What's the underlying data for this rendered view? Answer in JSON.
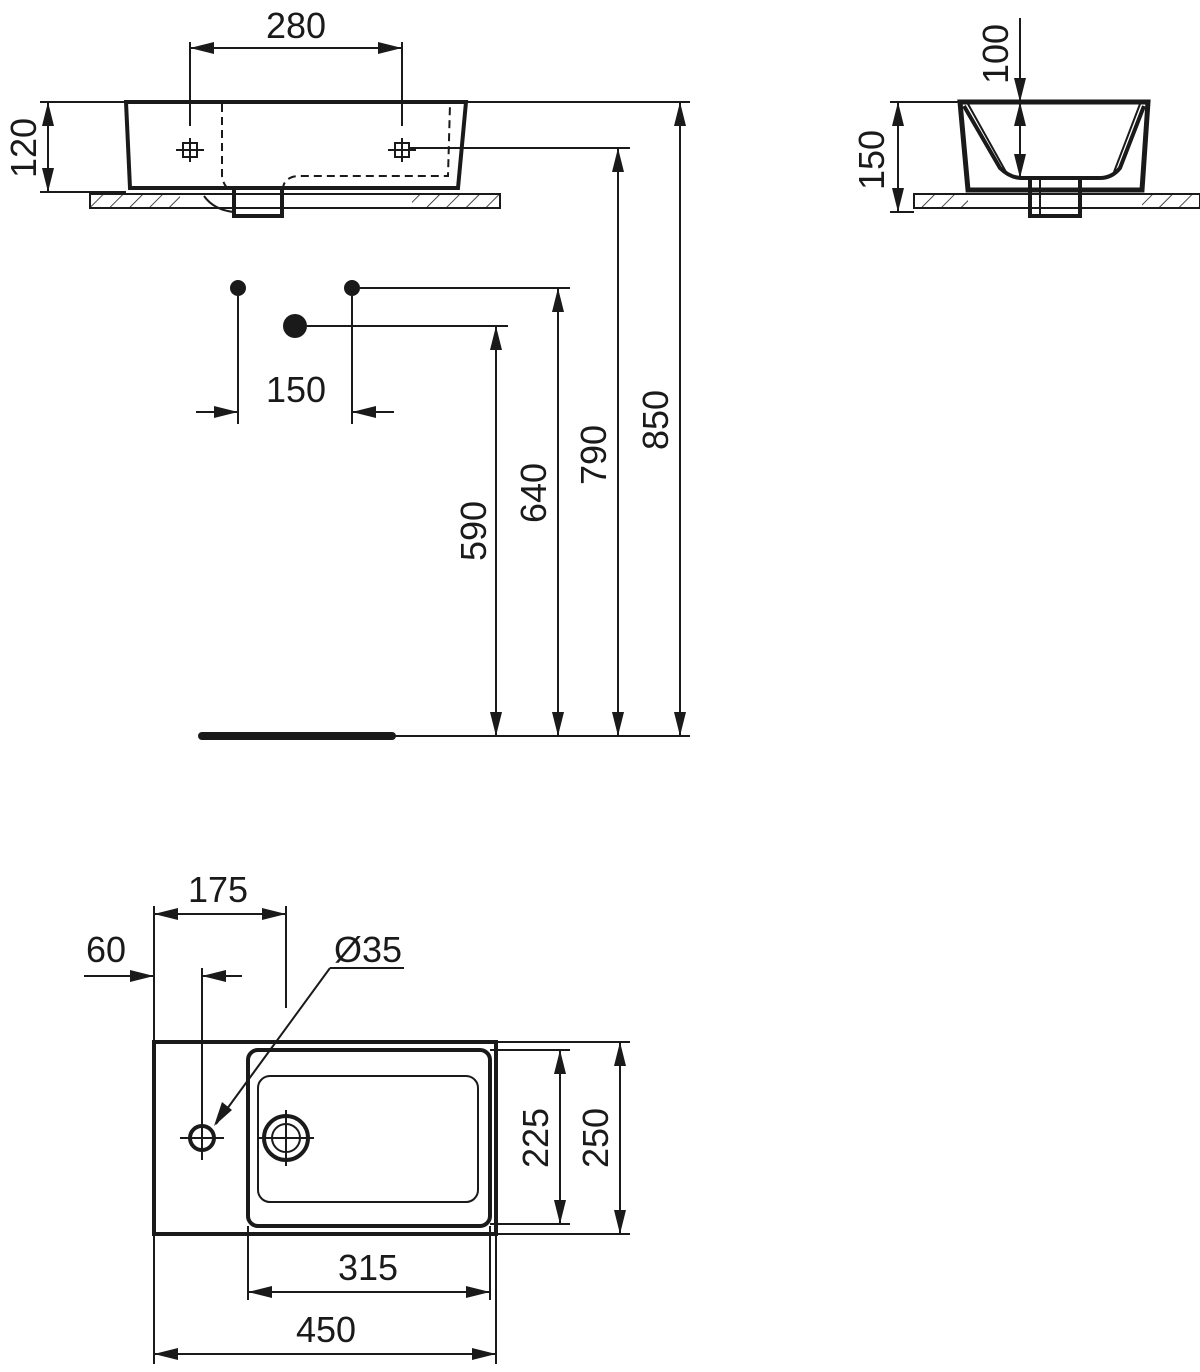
{
  "drawing": {
    "front_view": {
      "tap_spacing": "280",
      "basin_height": "120",
      "height_850": "850",
      "height_790": "790",
      "height_640": "640",
      "height_590": "590",
      "supply_spacing": "150"
    },
    "side_view": {
      "bowl_depth": "100",
      "basin_height": "150"
    },
    "plan_view": {
      "tap_offset": "175",
      "edge_offset": "60",
      "hole_diameter": "Ø35",
      "bowl_width": "225",
      "total_width": "250",
      "bowl_length": "315",
      "total_length": "450"
    }
  },
  "colors": {
    "line": "#1a1a1a",
    "background": "#ffffff"
  }
}
